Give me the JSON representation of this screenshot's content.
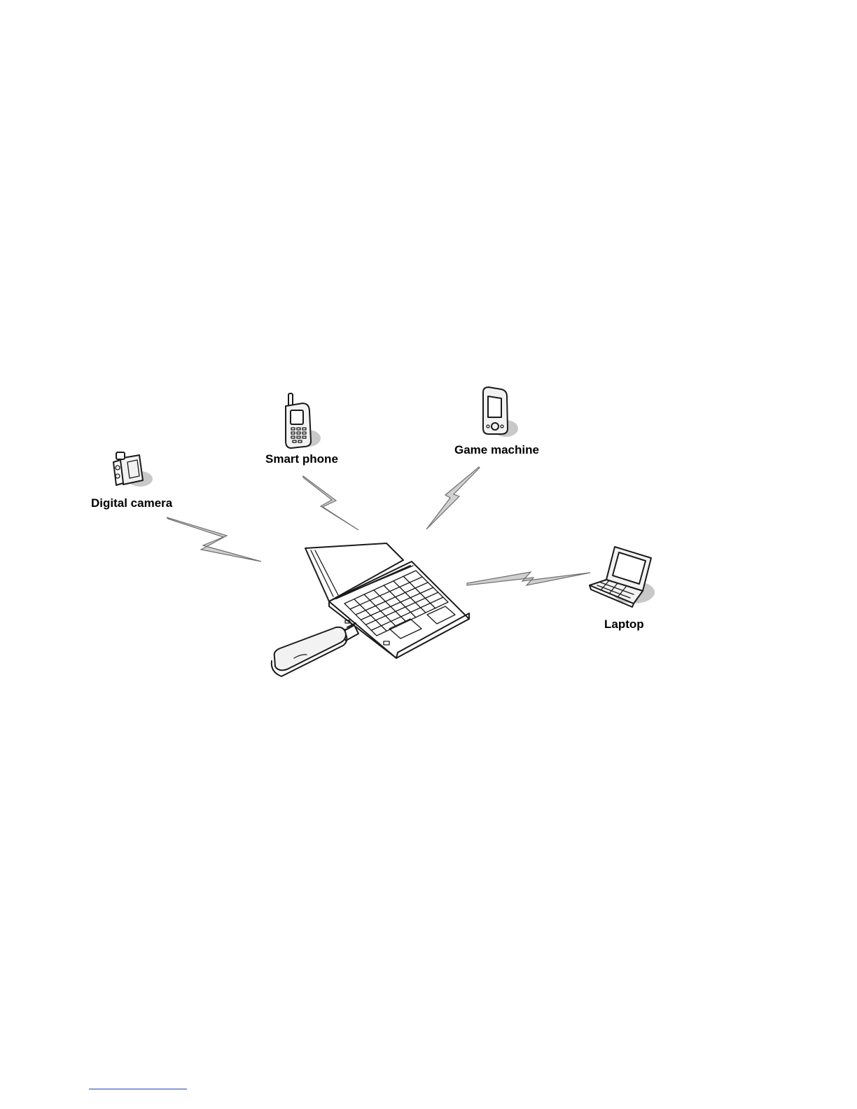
{
  "diagram": {
    "hub": {
      "name": "laptop with USB modem"
    },
    "nodes": [
      {
        "id": "digital-camera",
        "label": "Digital camera",
        "icon": "camcorder-icon"
      },
      {
        "id": "smart-phone",
        "label": "Smart phone",
        "icon": "mobile-phone-icon"
      },
      {
        "id": "game-machine",
        "label": "Game machine",
        "icon": "handheld-game-icon"
      },
      {
        "id": "laptop",
        "label": "Laptop",
        "icon": "laptop-icon"
      }
    ],
    "connections": [
      {
        "from": "digital-camera",
        "to": "hub",
        "style": "wireless-bolt"
      },
      {
        "from": "smart-phone",
        "to": "hub",
        "style": "wireless-bolt"
      },
      {
        "from": "game-machine",
        "to": "hub",
        "style": "wireless-bolt"
      },
      {
        "from": "laptop",
        "to": "hub",
        "style": "wireless-bolt"
      }
    ],
    "colors": {
      "ink": "#1a1a1a",
      "bolt": "#d0d0d0",
      "shadow": "#c8c8c8",
      "footnote_rule": "#1f3fb5"
    }
  }
}
